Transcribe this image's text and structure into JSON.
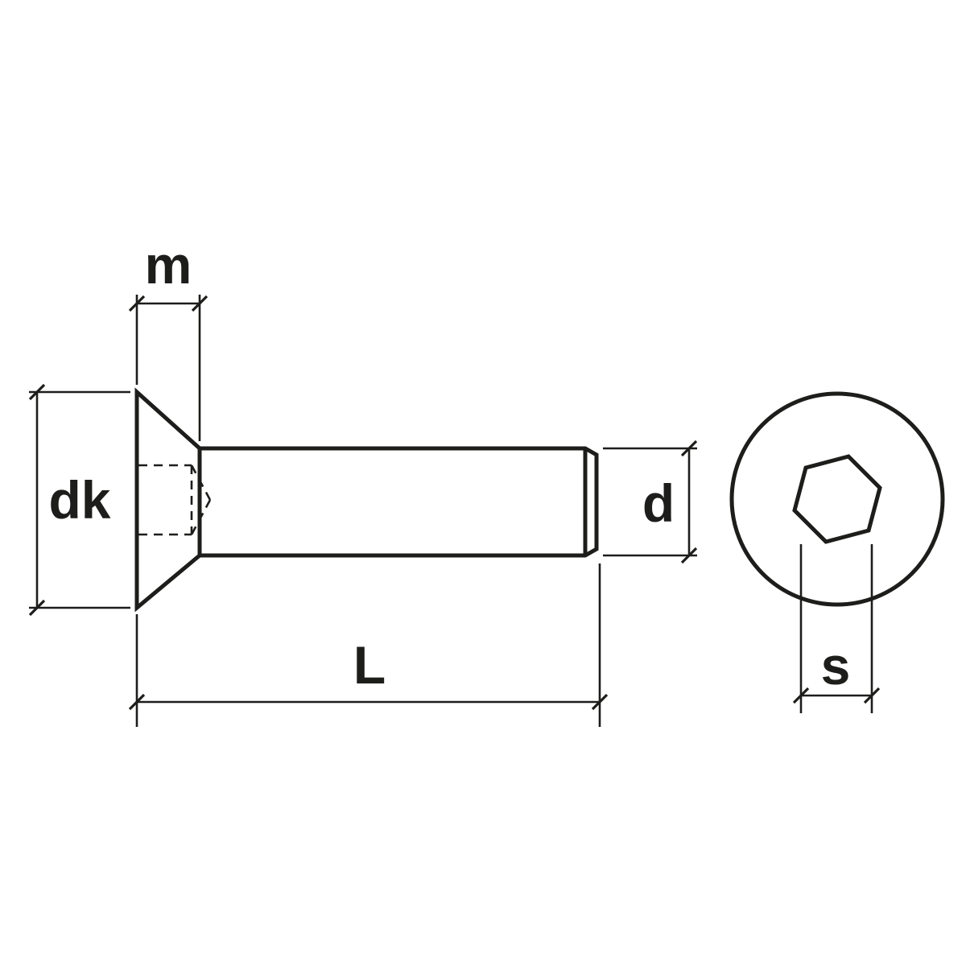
{
  "diagram": {
    "type": "technical-drawing",
    "dimensions": {
      "m": "m",
      "dk": "dk",
      "d": "d",
      "L": "L",
      "s": "s"
    },
    "colors": {
      "line": "#1d1d1b",
      "background": "#ffffff"
    }
  }
}
